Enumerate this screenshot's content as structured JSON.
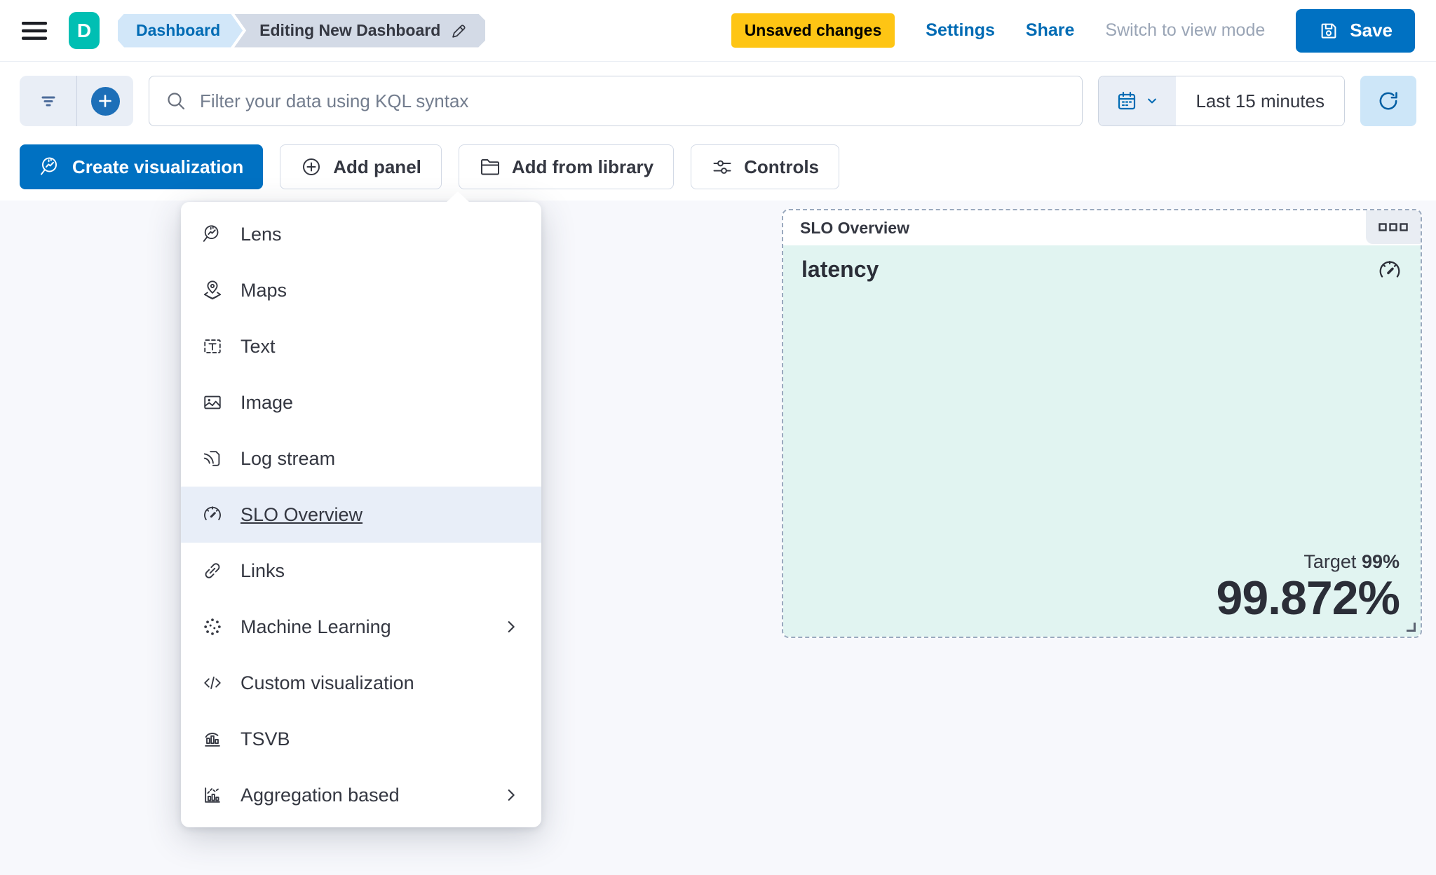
{
  "header": {
    "logo_letter": "D",
    "breadcrumbs": [
      "Dashboard",
      "Editing New Dashboard"
    ],
    "unsaved_badge": "Unsaved changes",
    "settings_label": "Settings",
    "share_label": "Share",
    "view_mode_label": "Switch to view mode",
    "save_label": "Save",
    "save_icon": "save-floppy-icon",
    "edit_icon": "pencil-icon",
    "menu_icon": "hamburger-icon"
  },
  "filter_bar": {
    "filter_icon": "filter-funnel-icon",
    "add_filter_icon": "plus-circle-icon",
    "search_icon": "search-icon",
    "kql_placeholder": "Filter your data using KQL syntax",
    "kql_value": "",
    "calendar_icon": "calendar-icon",
    "time_range": "Last 15 minutes",
    "refresh_icon": "refresh-icon"
  },
  "toolbar": {
    "create_visualization": "Create visualization",
    "create_visualization_icon": "lens-icon",
    "add_panel": "Add panel",
    "add_panel_icon": "plus-circle-icon",
    "add_from_library": "Add from library",
    "add_from_library_icon": "folder-icon",
    "controls": "Controls",
    "controls_icon": "sliders-icon"
  },
  "add_panel_menu": {
    "items": [
      {
        "label": "Lens",
        "icon": "lens-icon",
        "highlighted": false,
        "has_submenu": false
      },
      {
        "label": "Maps",
        "icon": "maps-icon",
        "highlighted": false,
        "has_submenu": false
      },
      {
        "label": "Text",
        "icon": "text-icon",
        "highlighted": false,
        "has_submenu": false
      },
      {
        "label": "Image",
        "icon": "image-icon",
        "highlighted": false,
        "has_submenu": false
      },
      {
        "label": "Log stream",
        "icon": "log-stream-icon",
        "highlighted": false,
        "has_submenu": false
      },
      {
        "label": "SLO Overview",
        "icon": "gauge-icon",
        "highlighted": true,
        "has_submenu": false
      },
      {
        "label": "Links",
        "icon": "links-icon",
        "highlighted": false,
        "has_submenu": false
      },
      {
        "label": "Machine Learning",
        "icon": "machine-learning-icon",
        "highlighted": false,
        "has_submenu": true
      },
      {
        "label": "Custom visualization",
        "icon": "code-icon",
        "highlighted": false,
        "has_submenu": false
      },
      {
        "label": "TSVB",
        "icon": "tsvb-icon",
        "highlighted": false,
        "has_submenu": false
      },
      {
        "label": "Aggregation based",
        "icon": "aggregation-icon",
        "highlighted": false,
        "has_submenu": true
      }
    ]
  },
  "slo_panel": {
    "title": "SLO Overview",
    "options_icon": "panel-options-icon",
    "slo_name": "latency",
    "gauge_icon": "gauge-icon",
    "target_label": "Target",
    "target_value": "99%",
    "value": "99.872%"
  },
  "colors": {
    "primary_blue": "#0071C2",
    "link_blue": "#006BB4",
    "logo_teal": "#00BFB3",
    "warning_yellow": "#FEC514",
    "panel_tint_teal": "#E1F4F1",
    "menu_highlight": "#E8EEF8",
    "canvas_background": "#F7F8FC",
    "text_dark": "#343741"
  }
}
